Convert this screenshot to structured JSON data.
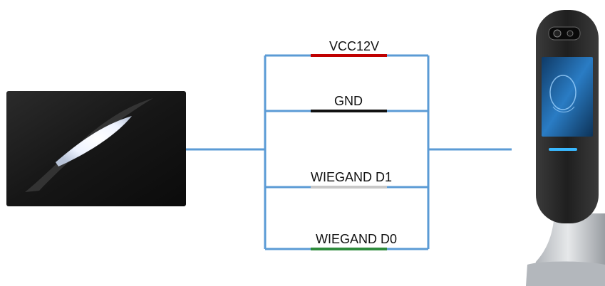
{
  "wires": [
    {
      "label": "VCC12V",
      "color": "#c00000"
    },
    {
      "label": "GND",
      "color": "#111111"
    },
    {
      "label": "WIEGAND D1",
      "color": "#c8c8c8"
    },
    {
      "label": "WIEGAND D0",
      "color": "#2e8b3d"
    }
  ],
  "colors": {
    "connector": "#5b9bd5",
    "card_reader": "#1a1a1a",
    "terminal_body": "#2a2a2a",
    "terminal_screen": "#1e6fb0",
    "stand": "#c9ccd0"
  },
  "icons": {
    "left_device": "card-reader-icon",
    "right_device": "face-recognition-terminal-icon"
  }
}
